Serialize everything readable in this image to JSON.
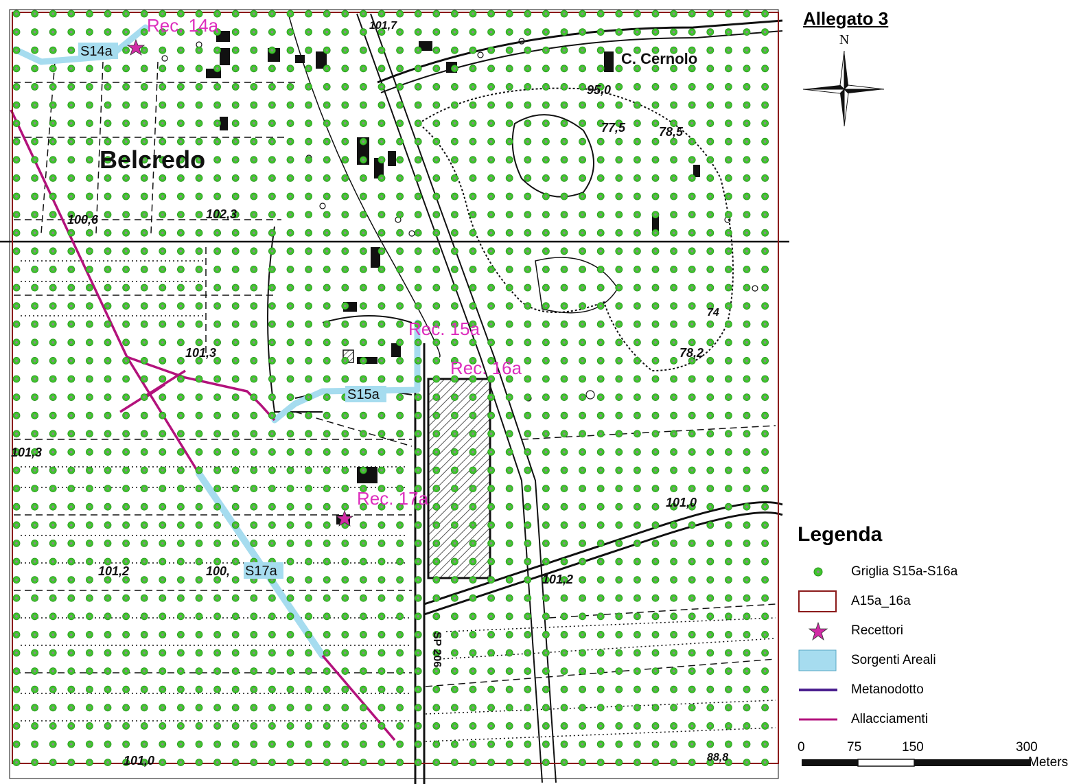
{
  "header": {
    "title": "Allegato 3",
    "north_label": "N"
  },
  "map": {
    "place_labels": [
      "Belcredo",
      "C. Cernolo"
    ],
    "elevation_labels": [
      "101,7",
      "95,0",
      "77,5",
      "78,5",
      "100,6",
      "102,3",
      "101,3",
      "101,3",
      "78,2",
      "101,0",
      "101,2",
      "100,",
      "101,2",
      "101,0",
      "88,8",
      "74"
    ],
    "road_label": "SP 206",
    "receptors": [
      {
        "name": "Rec. 14a"
      },
      {
        "name": "Rec. 15a"
      },
      {
        "name": "Rec. 16a"
      },
      {
        "name": "Rec. 17a"
      }
    ],
    "sources": [
      {
        "name": "S14a"
      },
      {
        "name": "S15a"
      },
      {
        "name": "S17a"
      }
    ],
    "colors": {
      "grid_point_fill": "#3fc52c",
      "grid_point_center": "#8a8a8a",
      "area_outline": "#8b1a1a",
      "receptor": "#d12ba5",
      "source_area": "#a6dcef",
      "pipeline": "#4b1f8f",
      "connection": "#b3127c",
      "label_magenta": "#dd2ebd"
    }
  },
  "legend": {
    "title": "Legenda",
    "items": [
      {
        "label": "Griglia S15a-S16a",
        "icon": "grid-point-icon"
      },
      {
        "label": "A15a_16a",
        "icon": "area-outline-icon"
      },
      {
        "label": "Recettori",
        "icon": "star-icon"
      },
      {
        "label": "Sorgenti Areali",
        "icon": "area-source-icon"
      },
      {
        "label": "Metanodotto",
        "icon": "pipeline-line-icon"
      },
      {
        "label": "Allacciamenti",
        "icon": "connection-line-icon"
      }
    ]
  },
  "scale_bar": {
    "ticks": [
      "0",
      "75",
      "150",
      "300"
    ],
    "unit": "Meters"
  }
}
